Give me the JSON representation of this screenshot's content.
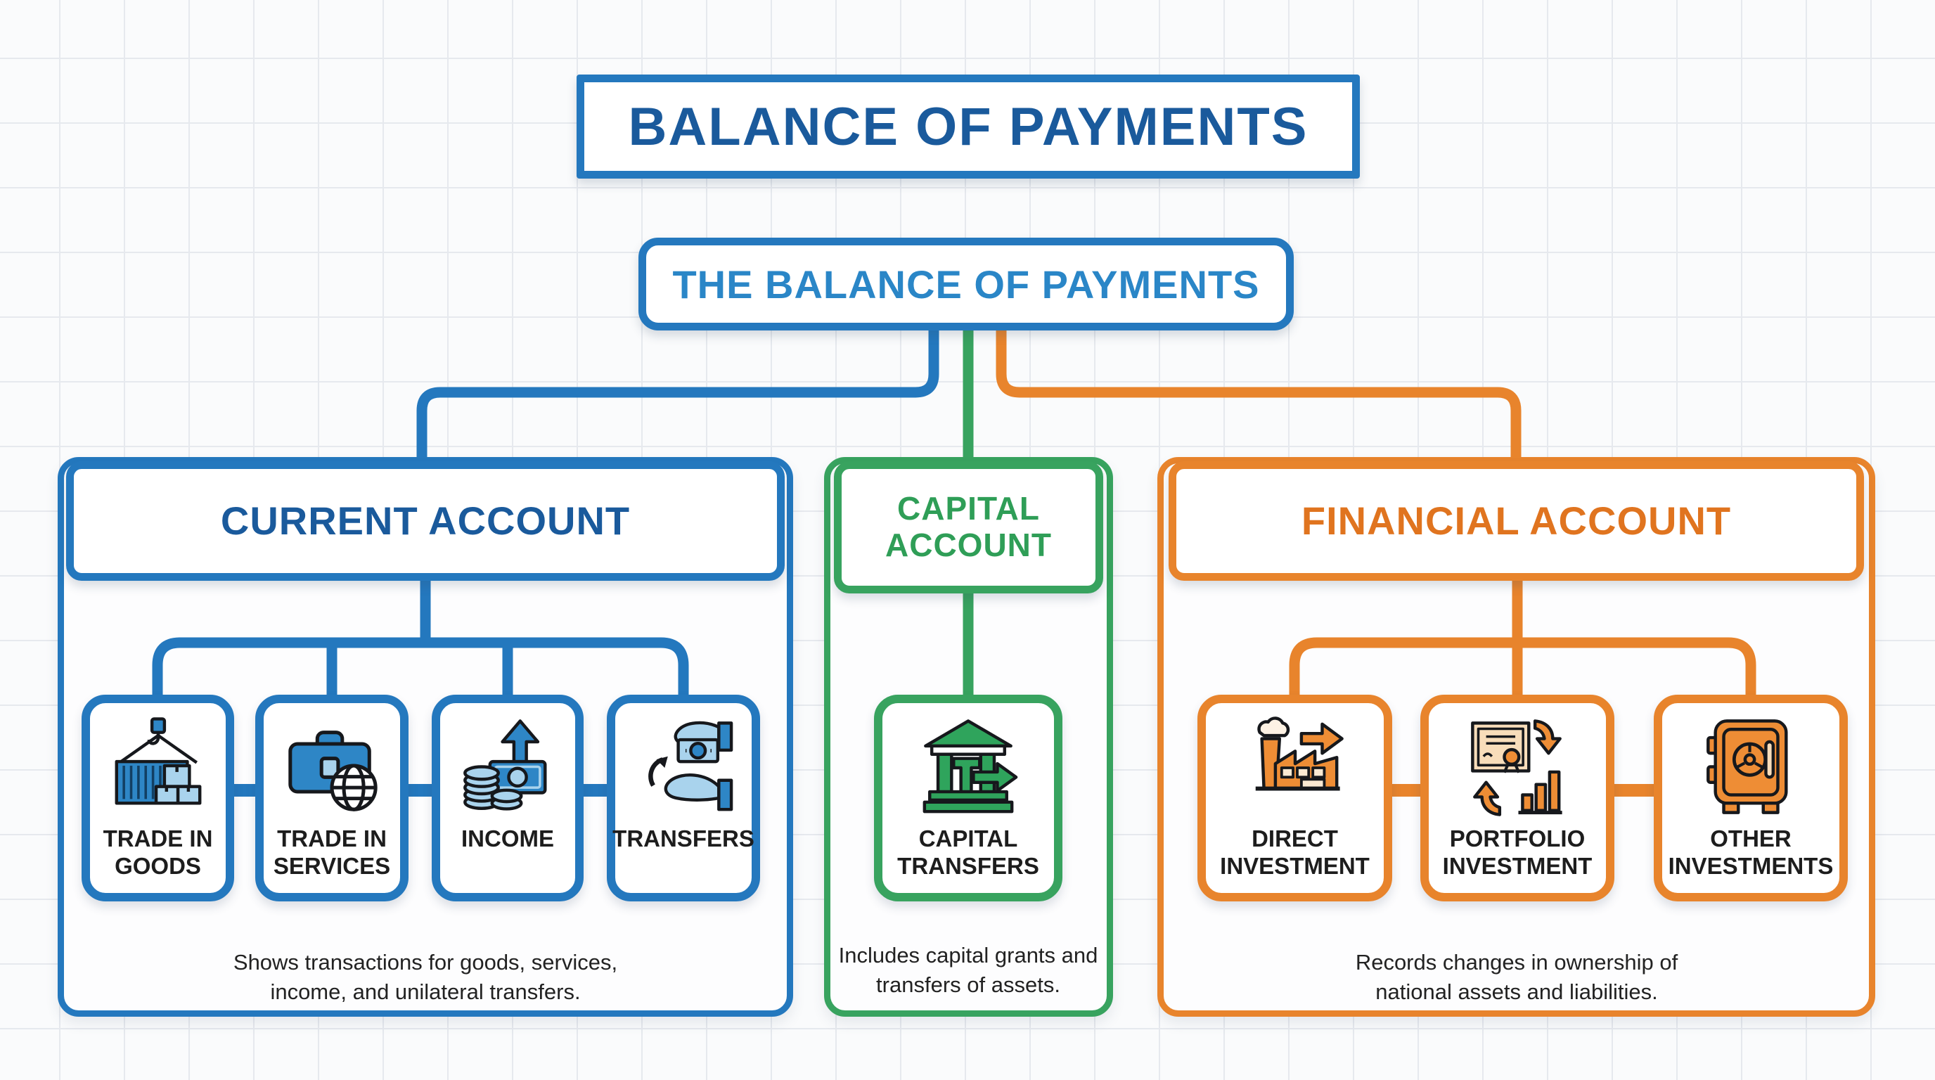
{
  "title": "BALANCE OF PAYMENTS",
  "root": {
    "label": "THE BALANCE OF PAYMENTS"
  },
  "colors": {
    "blue": "#2478be",
    "blue_text": "#1a5a9c",
    "root_text": "#2a86c7",
    "green": "#38a35f",
    "green_text": "#2f9e57",
    "orange": "#e8842c",
    "orange_text": "#e0741f",
    "label_ink": "#1d1d1d",
    "description_ink": "#222222",
    "background": "#fafbfc",
    "grid_line": "#e6e9ee"
  },
  "sections": [
    {
      "title": "CURRENT ACCOUNT",
      "description": "Shows transactions for goods, services, income, and unilateral transfers.",
      "children": [
        {
          "label": "TRADE IN GOODS",
          "icon": "container-crane-icon"
        },
        {
          "label": "TRADE IN SERVICES",
          "icon": "briefcase-globe-icon"
        },
        {
          "label": "INCOME",
          "icon": "money-stack-arrow-icon"
        },
        {
          "label": "TRANSFERS",
          "icon": "hands-exchange-icon"
        }
      ]
    },
    {
      "title": "CAPITAL ACCOUNT",
      "description": "Includes capital grants and transfers of assets.",
      "children": [
        {
          "label": "CAPITAL TRANSFERS",
          "icon": "bank-transfer-icon"
        }
      ]
    },
    {
      "title": "FINANCIAL ACCOUNT",
      "description": "Records changes in ownership of national assets and liabilities.",
      "children": [
        {
          "label": "DIRECT INVESTMENT",
          "icon": "factory-export-icon"
        },
        {
          "label": "PORTFOLIO INVESTMENT",
          "icon": "certificate-chart-icon"
        },
        {
          "label": "OTHER INVESTMENTS",
          "icon": "vault-safe-icon"
        }
      ]
    }
  ]
}
